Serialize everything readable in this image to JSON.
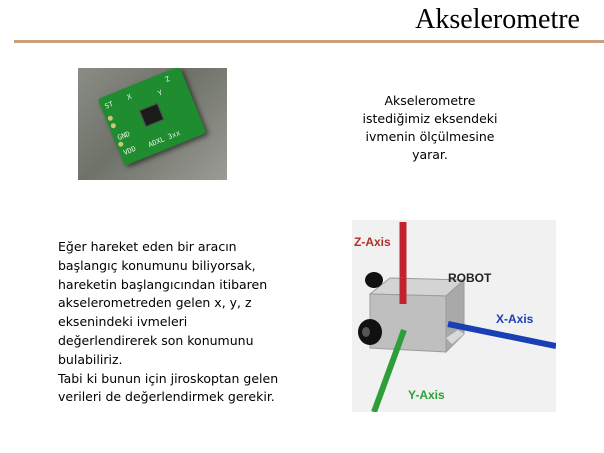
{
  "slide": {
    "title": "Akselerometre"
  },
  "description": "Akselerometre\nistediğimiz eksendeki\nivmenin ölçülmesine\nyarar.",
  "body": "Eğer hareket eden bir aracın\nbaşlangıç konumunu biliyorsak,\nhareketin başlangıcından itibaren\nakselerometreden gelen x, y, z\neksenindeki ivmeleri\ndeğerlendirerek son konumunu\nbulabiliriz.\nTabi ki bunun için jiroskoptan gelen\nverileri de değerlendirmek gerekir.",
  "photo": {
    "board_labels": [
      "ADXL 3xx",
      "ST",
      "X",
      "Y",
      "Z",
      "GND",
      "VDD"
    ]
  },
  "diagram": {
    "z_label": "Z-Axis",
    "x_label": "X-Axis",
    "y_label": "Y-Axis",
    "robot_label": "ROBOT",
    "colors": {
      "z": "#c0232b",
      "x": "#1a3fb5",
      "y": "#2e9e3a",
      "z_label": "#b0302a",
      "x_label": "#1a3fb5",
      "y_label": "#2e9e3a"
    }
  }
}
